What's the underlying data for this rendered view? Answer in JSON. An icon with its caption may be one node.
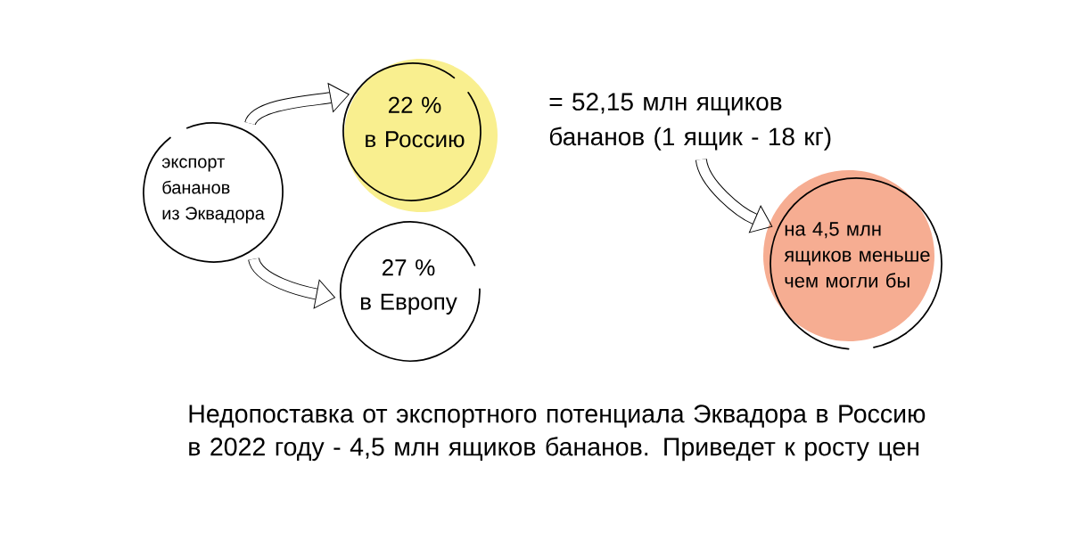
{
  "diagram": {
    "nodes": [
      {
        "text": [
          "экспорт бананов из Эквадора"
        ]
      },
      {
        "text": [
          "22 %",
          "в Россию"
        ]
      },
      {
        "text": [
          "27 %",
          "в Европу"
        ]
      },
      {
        "text": [
          "= 52,15 млн ящиков бананов (1 ящик - 18 кг)"
        ]
      },
      {
        "text": [
          "на 4,5 млн ящиков меньше чем могли бы"
        ]
      }
    ],
    "edges": [
      {
        "from": 0,
        "to": 1,
        "arrow": "to"
      },
      {
        "from": 0,
        "to": 2,
        "arrow": "to"
      },
      {
        "from": 3,
        "to": 4,
        "arrow": "to"
      }
    ],
    "caption": "Недопоставка от экспортного потенциала Эквадора в Россию в 2022 году - 4,5 млн ящиков бананов. Приведет к росту цен"
  }
}
